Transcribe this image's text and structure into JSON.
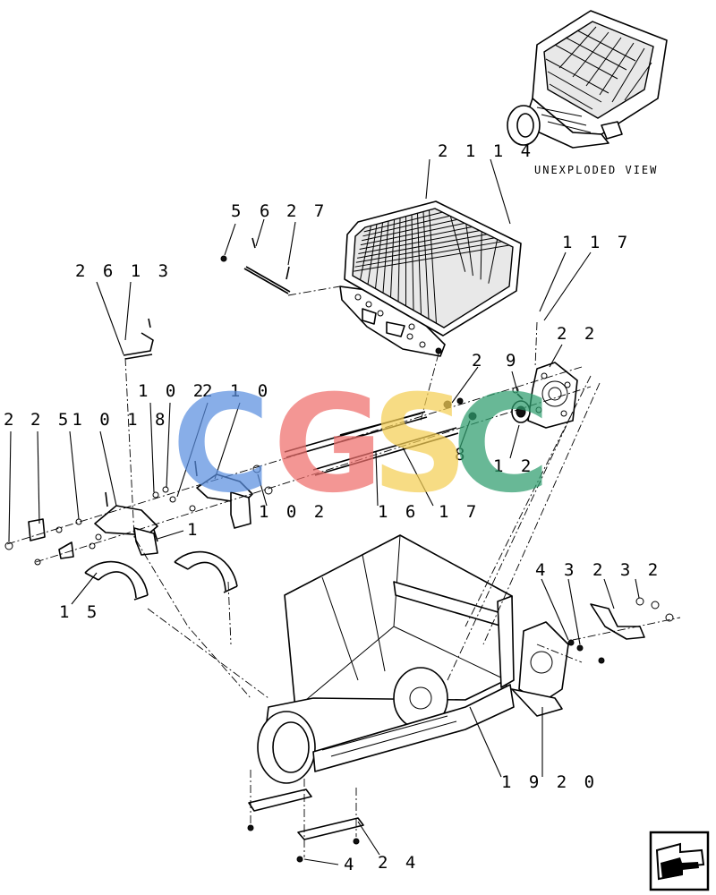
{
  "diagram": {
    "caption": "UNEXPLODED VIEW",
    "callouts": [
      {
        "id": "c-2114",
        "text": "2 1 1 4"
      },
      {
        "id": "c-5",
        "text": "5"
      },
      {
        "id": "c-6",
        "text": "6"
      },
      {
        "id": "c-27",
        "text": "2 7"
      },
      {
        "id": "c-117",
        "text": "1 1 7"
      },
      {
        "id": "c-2613",
        "text": "2 6 1 3"
      },
      {
        "id": "c-22",
        "text": "2 2"
      },
      {
        "id": "c-2",
        "text": "2"
      },
      {
        "id": "c-9",
        "text": "9"
      },
      {
        "id": "c-102a",
        "text": "1 0 2"
      },
      {
        "id": "c-210",
        "text": "2 1 0"
      },
      {
        "id": "c-2-left",
        "text": "2"
      },
      {
        "id": "c-251018",
        "text": "2 51 0 1 8"
      },
      {
        "id": "c-8",
        "text": "8"
      },
      {
        "id": "c-12",
        "text": "1 2"
      },
      {
        "id": "c-102b",
        "text": "1 0 2"
      },
      {
        "id": "c-16",
        "text": "1 6"
      },
      {
        "id": "c-17",
        "text": "1 7"
      },
      {
        "id": "c-1",
        "text": "1"
      },
      {
        "id": "c-15",
        "text": "1 5"
      },
      {
        "id": "c-4-top",
        "text": "4"
      },
      {
        "id": "c-3",
        "text": "3"
      },
      {
        "id": "c-232",
        "text": "2 3 2"
      },
      {
        "id": "c-1920",
        "text": "1 9 2 0"
      },
      {
        "id": "c-4-bottom",
        "text": "4"
      },
      {
        "id": "c-24",
        "text": "2 4"
      }
    ],
    "watermark": {
      "letters": [
        "C",
        "G",
        "S",
        "C"
      ],
      "colors": [
        "#5b8fe0",
        "#ef6f6c",
        "#f5cf55",
        "#2f9e6e"
      ]
    }
  }
}
